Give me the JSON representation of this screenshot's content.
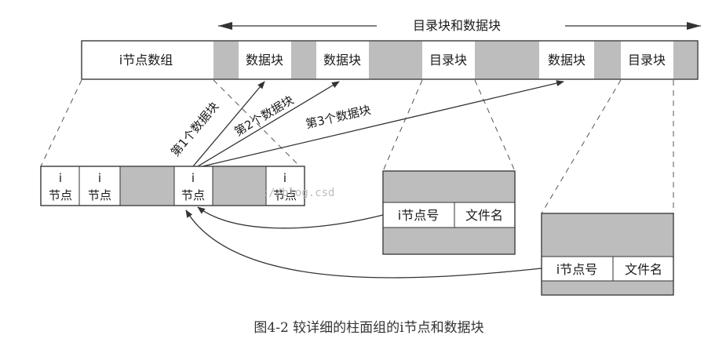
{
  "header": {
    "span_label": "目录块和数据块"
  },
  "top_row": {
    "inode_array": "i节点数组",
    "data_block_1": "数据块",
    "data_block_2": "数据块",
    "dir_block_1": "目录块",
    "data_block_3": "数据块",
    "dir_block_2": "目录块"
  },
  "arrows": {
    "first": "第1个数据块",
    "second": "第2个数据块",
    "third": "第3个数据块"
  },
  "inode_row": {
    "cell_top": "i",
    "cell_bottom": "节点"
  },
  "dir_entry_1": {
    "inode_no": "i节点号",
    "filename": "文件名"
  },
  "dir_entry_2": {
    "inode_no": "i节点号",
    "filename": "文件名"
  },
  "watermark": "http://blog.csd",
  "caption": "图4-2   较详细的柱面组的i节点和数据块",
  "colors": {
    "gray_fill": "#bdbdbd",
    "stroke": "#333333",
    "light": "#ffffff"
  }
}
